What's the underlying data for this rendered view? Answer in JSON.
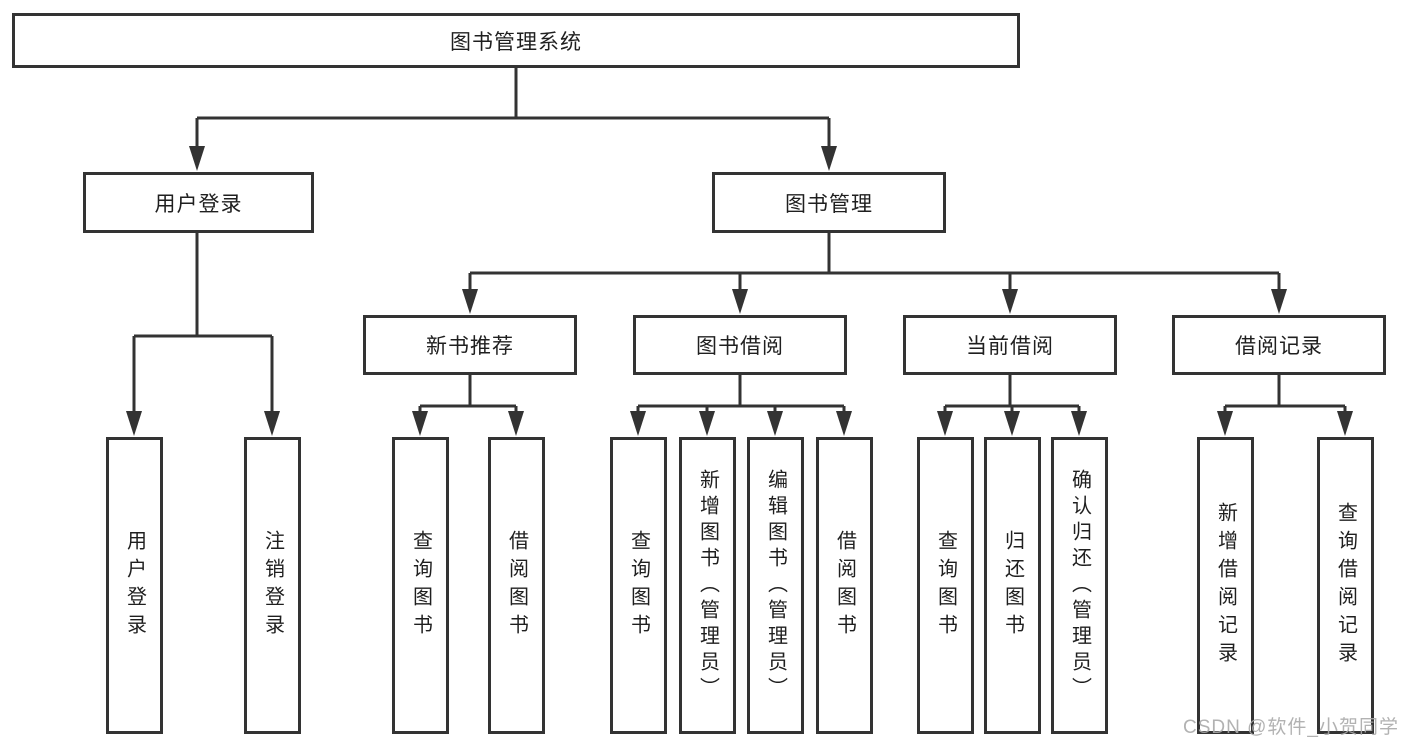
{
  "diagram_type": "functional-structure-tree",
  "tree": {
    "root": {
      "label": "图书管理系统"
    },
    "branches": [
      {
        "label": "用户登录",
        "children": [
          {
            "label": "用户登录"
          },
          {
            "label": "注销登录"
          }
        ]
      },
      {
        "label": "图书管理",
        "children": [
          {
            "label": "新书推荐",
            "children": [
              {
                "label": "查询图书"
              },
              {
                "label": "借阅图书"
              }
            ]
          },
          {
            "label": "图书借阅",
            "children": [
              {
                "label": "查询图书"
              },
              {
                "label": "新增图书（管理员）"
              },
              {
                "label": "编辑图书（管理员）"
              },
              {
                "label": "借阅图书"
              }
            ]
          },
          {
            "label": "当前借阅",
            "children": [
              {
                "label": "查询图书"
              },
              {
                "label": "归还图书"
              },
              {
                "label": "确认归还（管理员）"
              }
            ]
          },
          {
            "label": "借阅记录",
            "children": [
              {
                "label": "新增借阅记录"
              },
              {
                "label": "查询借阅记录"
              }
            ]
          }
        ]
      }
    ]
  },
  "watermark": "CSDN @软件_小贺同学",
  "colors": {
    "line": "#333333",
    "box_border": "#333333",
    "box_bg": "#ffffff",
    "text": "#1f1f1f",
    "watermark": "#aaaaaa"
  }
}
